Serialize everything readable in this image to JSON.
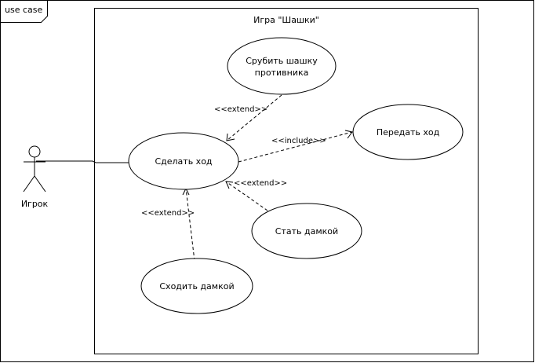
{
  "frame": {
    "tag": "use case"
  },
  "system": {
    "title": "Игра \"Шашки\""
  },
  "actor": {
    "name": "Игрок"
  },
  "use_cases": {
    "make_move": "Сделать ход",
    "capture": [
      "Срубить шашку",
      "противника"
    ],
    "pass_turn": "Передать ход",
    "become_king": "Стать дамкой",
    "move_king": "Сходить дамкой"
  },
  "relations": {
    "capture_extend": "<<extend>>",
    "pass_include": "<<include>>",
    "king_extend": "<<extend>>",
    "move_king_extend": "<<extend>>"
  }
}
